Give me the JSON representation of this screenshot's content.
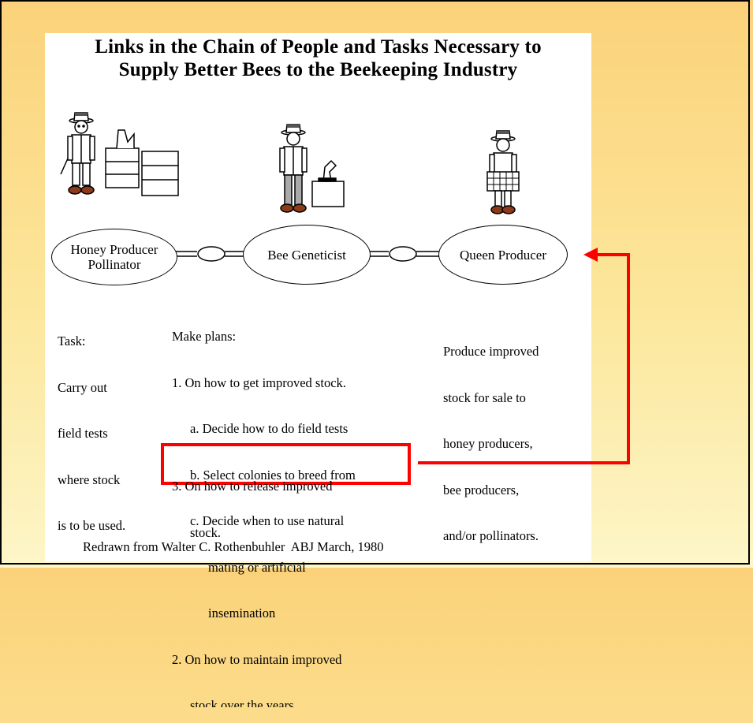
{
  "title": {
    "line1": "Links in the Chain of People and Tasks Necessary to",
    "line2": "Supply Better Bees to the Beekeeping Industry"
  },
  "nodes": [
    {
      "line1": "Honey Producer",
      "line2": "Pollinator"
    },
    {
      "line1": "Bee Geneticist"
    },
    {
      "line1": "Queen Producer"
    }
  ],
  "honey_producer_text": [
    "Task:",
    "Carry out",
    "field tests",
    "where stock",
    "is to be used."
  ],
  "geneticist_text": {
    "heading": "Make plans:",
    "item1": "1. On how to get improved stock.",
    "item1a": "a. Decide how to do field tests",
    "item1b": "b. Select colonies to breed from",
    "item1c_1": "c. Decide when to use natural",
    "item1c_2": "mating or artificial",
    "item1c_3": "insemination",
    "item2_1": "2. On how to maintain improved",
    "item2_2": "stock over the years",
    "item3_1": "3. On how to release improved",
    "item3_2": "stock."
  },
  "queen_producer_text": [
    "Produce improved",
    "stock for sale to",
    "honey producers,",
    "bee producers,",
    "and/or pollinators."
  ],
  "credit": "Redrawn from Walter C. Rothenbuhler  ABJ March, 1980",
  "colors": {
    "highlight": "#ff0000",
    "background_top": "#fbd27a",
    "background_bottom": "#fdf6c8"
  }
}
